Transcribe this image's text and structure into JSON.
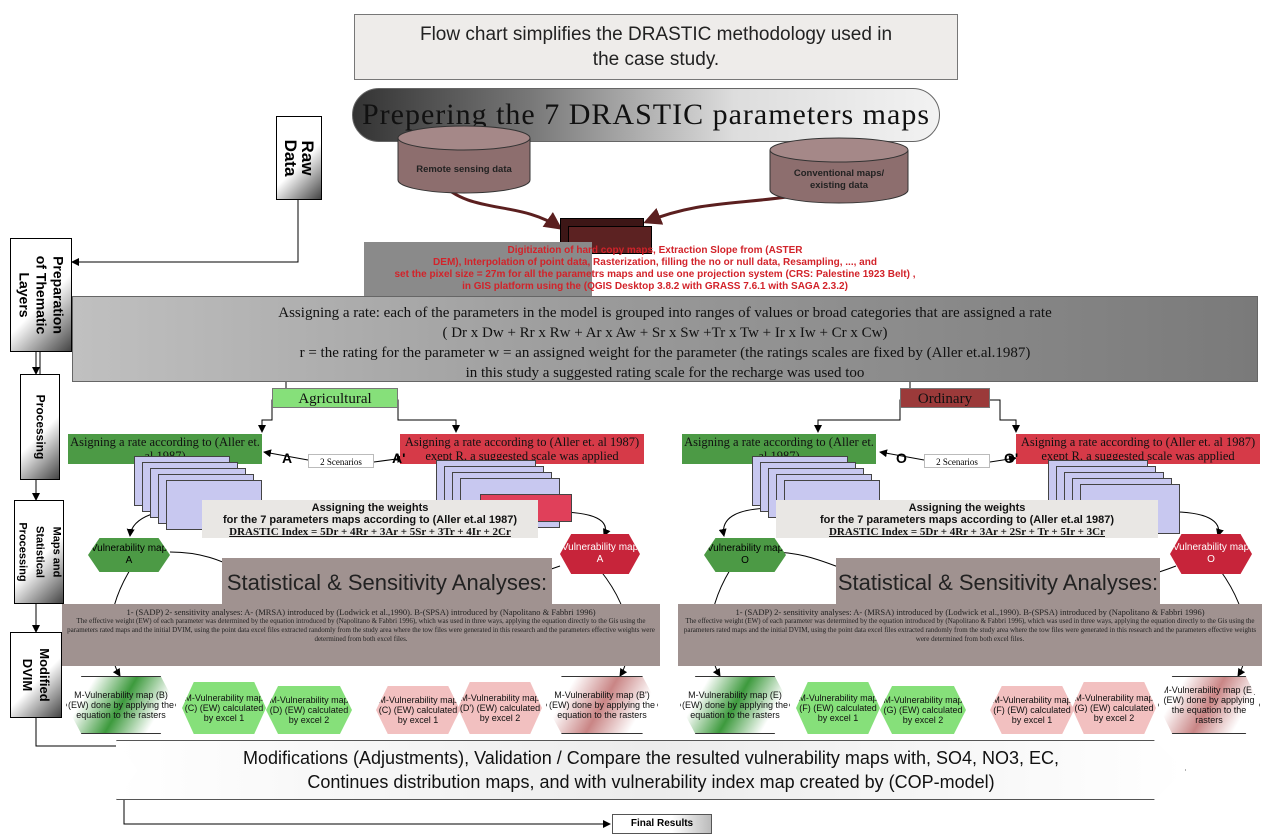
{
  "title": [
    "Flow chart simplifies the DRASTIC methodology used in",
    "the case study."
  ],
  "prep_banner": "Prepering the 7 DRASTIC parameters maps",
  "sidebar": {
    "raw_data": [
      "Raw",
      "Data"
    ],
    "preparation": [
      "Preparation",
      "of Thematic",
      "Layers"
    ],
    "processing": "Processing",
    "maps_stat": [
      "Maps and",
      "Statistical",
      "Processing"
    ],
    "modified": [
      "Modified",
      "DVIM"
    ]
  },
  "sources": {
    "remote": "Remote sensing data",
    "conventional": [
      "Conventional maps/",
      "existing data"
    ]
  },
  "digitization": [
    "Digitization of hard copy maps, Extraction Slope from (ASTER",
    "DEM), Interpolation of point data, Rasterization, filling the no or null data, Resampling, ..., and",
    "set the pixel size = 27m for all the parametrs maps and use one projection system (CRS: Palestine 1923 Belt) ,",
    "in GIS platform using the (QGIS Desktop 3.8.2 with GRASS 7.6.1 with SAGA 2.3.2)"
  ],
  "assign": {
    "l1": "Assigning a rate: each of the parameters in the model is grouped into ranges of values or broad categories that are assigned a rate",
    "l2": "( Dr x Dw + Rr x Rw + Ar x Aw + Sr x Sw +Tr x Tw + Ir x Iw + Cr x Cw)",
    "l3": "r = the rating for the parameter  w = an assigned weight for the parameter  (the ratings scales are fixed by (Aller et.al.1987)",
    "l4": "in this study a suggested rating scale for the recharge was used too"
  },
  "branches": [
    {
      "tag": "Agricultural",
      "rate_left": "Asigning a rate according to (Aller et. al 1987)",
      "rate_right": "Asigning a rate according to (Aller et. al 1987) exept R, a suggested scale was applied",
      "scenarios": "2 Scenarios",
      "letter_a": "A",
      "letter_b": "A'",
      "weights_1": "Assigning the weights",
      "weights_2": "for the 7 parameters maps according to (Aller et.al 1987)",
      "weights_3": "DRASTIC Index = 5Dr + 4Rr + 3Ar + 5Sr + 3Tr + 4Ir + 2Cr",
      "vuln_left": "Vulnerability map A",
      "vuln_right": "Vulnerability map A",
      "stat": "Statistical  & Sensitivity Analyses:",
      "sens_1": "1- (SADP)   2- sensitivity analyses: A- (MRSA) introduced by (Lodwick et al.,1990). B-(SPSA) introduced by (Napolitano & Fabbri 1996)",
      "sens_2": "The effective weight (EW) of each parameter was determined by the equation introduced by (Napolitano & Fabbri 1996), which was used in three ways, applying the equation directly to the Gis using the parameters rated maps and the initial DVIM, using the point data excel files extracted randomly from the study area where the tow files were generated in this research and the parameters effective weights were determined from both excel files.",
      "outputs": [
        "M-Vulnerability map (B) (EW) done by applying the equation to the rasters",
        "M-Vulnerability map (C) (EW) calculated by excel 1",
        "M-Vulnerability map (D) (EW) calculated by excel 2",
        "M-Vulnerability map (C) (EW) calculated by excel 1",
        "M-Vulnerability map (D') (EW) calculated by excel 2",
        "M-Vulnerability map (B') (EW) done by applying the equation to the rasters"
      ]
    },
    {
      "tag": "Ordinary",
      "rate_left": "Asigning a rate according to (Aller et. al 1987)",
      "rate_right": "Asigning a rate according to (Aller et. al 1987) exept R, a suggested scale was applied",
      "scenarios": "2 Scenarios",
      "letter_a": "O",
      "letter_b": "O'",
      "weights_1": "Assigning the weights",
      "weights_2": "for the 7 parameters maps according to (Aller et.al 1987)",
      "weights_3": "DRASTIC Index = 5Dr + 4Rr + 3Ar + 2Sr + Tr + 5Ir + 3Cr",
      "vuln_left": "Vulnerability map O",
      "vuln_right": "Vulnerability map O",
      "stat": "Statistical  & Sensitivity Analyses:",
      "sens_1": "1- (SADP)   2- sensitivity analyses: A- (MRSA) introduced by (Lodwick et al.,1990). B-(SPSA) introduced by (Napolitano & Fabbri 1996)",
      "sens_2": "The effective weight (EW) of each parameter was determined by the equation introduced by (Napolitano & Fabbri 1996), which was used in three ways, applying the equation directly to the Gis using the parameters rated maps and the initial DVIM, using the point data excel files extracted randomly from the study area where the tow files were generated in this research and the parameters effective weights were determined from both excel files.",
      "outputs": [
        "M-Vulnerability map (E) (EW) done by applying the equation to the rasters",
        "M-Vulnerability map (F) (EW) calculated by excel 1",
        "M-Vulnerability map (G) (EW) calculated by excel 2",
        "M-Vulnerability map (F) (EW) calculated by excel 1",
        "M-Vulnerability map (G) (EW) calculated by excel 2",
        "M-Vulnerability map (E') (EW) done by applying the equation to the rasters"
      ]
    }
  ],
  "modifications": [
    "Modifications (Adjustments), Validation / Compare  the resulted vulnerability maps with, SO4, NO3, EC,",
    "Continues distribution maps, and with vulnerability index map created by (COP-model)"
  ],
  "final": "Final Results",
  "colors": {
    "green": "#4c9a45",
    "light_green": "#86e07a",
    "red": "#d63a48",
    "dark_red": "#9b3a3a",
    "pink": "#f2c0c0",
    "brown": "#a09290",
    "lavender": "#c8c8f0"
  }
}
